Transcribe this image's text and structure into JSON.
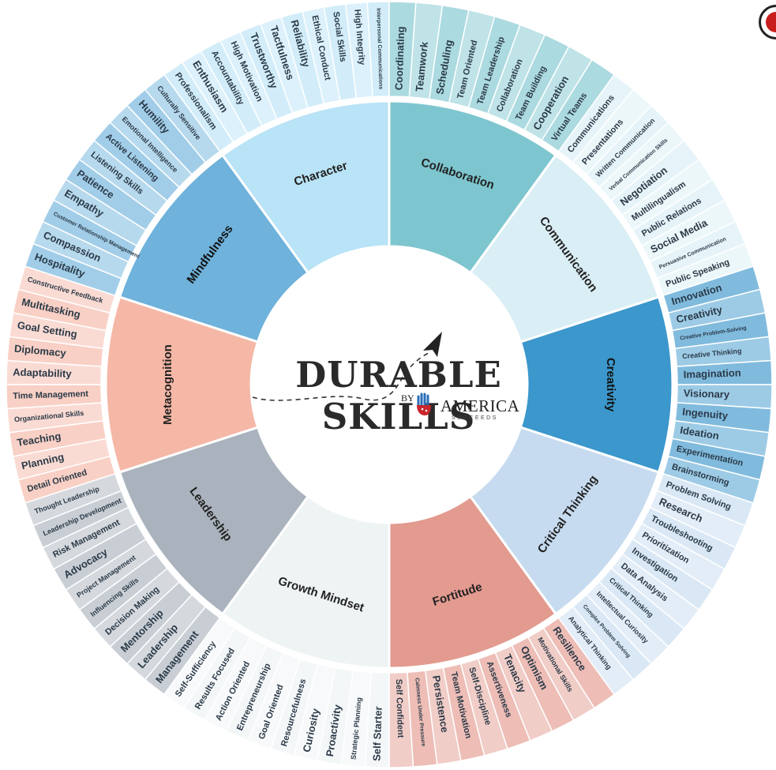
{
  "header": {
    "badge_icon": "circle-logo-icon"
  },
  "center": {
    "title": "DURABLE SKILLS",
    "by": "BY",
    "brand": "AMERICA",
    "brand_sub": "SUCCEEDS",
    "icons": [
      "paper-plane-icon",
      "hand-flag-icon"
    ]
  },
  "categories": [
    {
      "name": "Character",
      "color": "#b9e3f6",
      "text_color": "#222222",
      "skills": [
        "Professionalism",
        "Enthusiasm",
        "Accountability",
        "High Motivation",
        "Trustworthy",
        "Tactfulness",
        "Reliability",
        "Ethical Conduct",
        "Social Skills",
        "High Integrity",
        "Interpersonal Communications"
      ]
    },
    {
      "name": "Collaboration",
      "color": "#7ec6cf",
      "text_color": "#222222",
      "skills": [
        "Coordinating",
        "Teamwork",
        "Scheduling",
        "Team Oriented",
        "Team Leadership",
        "Collaboration",
        "Team Building",
        "Cooperation",
        "Virtual Teams"
      ]
    },
    {
      "name": "Communication",
      "color": "#d9eef5",
      "text_color": "#222222",
      "skills": [
        "Communications",
        "Presentations",
        "Written Communication",
        "Verbal Communication Skills",
        "Negotiation",
        "Multilingualism",
        "Public Relations",
        "Social Media",
        "Persuasive Communication",
        "Public Speaking"
      ]
    },
    {
      "name": "Creativity",
      "color": "#3b97cc",
      "text_color": "#111111",
      "skills": [
        "Innovation",
        "Creativity",
        "Creative Problem-Solving",
        "Creative Thinking",
        "Imagination",
        "Visionary",
        "Ingenuity",
        "Ideation",
        "Experimentation",
        "Brainstorming"
      ]
    },
    {
      "name": "Critical Thinking",
      "color": "#c6dbef",
      "text_color": "#222222",
      "skills": [
        "Problem Solving",
        "Research",
        "Troubleshooting",
        "Prioritization",
        "Investigation",
        "Data Analysis",
        "Critical Thinking",
        "Intellectual Curiosity",
        "Complex Problem Solving",
        "Analytical Thinking"
      ]
    },
    {
      "name": "Fortitude",
      "color": "#e39a8f",
      "text_color": "#222222",
      "skills": [
        "Resilience",
        "Motivational Skills",
        "Optimism",
        "Tenacity",
        "Assertiveness",
        "Self-Discipline",
        "Team Motivation",
        "Persistence",
        "Calmness Under Pressure",
        "Self Confident"
      ]
    },
    {
      "name": "Growth Mindset",
      "color": "#eef3f4",
      "text_color": "#222222",
      "skills": [
        "Self Starter",
        "Strategic Planning",
        "Proactivity",
        "Curiosity",
        "Resourcefulness",
        "Goal Oriented",
        "Entrepreneurship",
        "Action Oriented",
        "Results Focused",
        "Self-Sufficiency"
      ]
    },
    {
      "name": "Leadership",
      "color": "#aab3bd",
      "text_color": "#222222",
      "skills": [
        "Management",
        "Leadership",
        "Mentorship",
        "Decision Making",
        "Influencing Skills",
        "Project Management",
        "Advocacy",
        "Risk Management",
        "Leadership Development",
        "Thought Leadership"
      ]
    },
    {
      "name": "Metacognition",
      "color": "#f5b7a6",
      "text_color": "#222222",
      "skills": [
        "Detail Oriented",
        "Planning",
        "Teaching",
        "Organizational Skills",
        "Time Management",
        "Adaptability",
        "Diplomacy",
        "Goal Setting",
        "Multitasking",
        "Constructive Feedback"
      ]
    },
    {
      "name": "Mindfulness",
      "color": "#6fb2db",
      "text_color": "#111111",
      "skills": [
        "Hospitality",
        "Compassion",
        "Customer Relationship Management",
        "Empathy",
        "Patience",
        "Listening Skills",
        "Active Listening",
        "Emotional Intelligence",
        "Humility",
        "Culturally Sensitive"
      ]
    }
  ]
}
